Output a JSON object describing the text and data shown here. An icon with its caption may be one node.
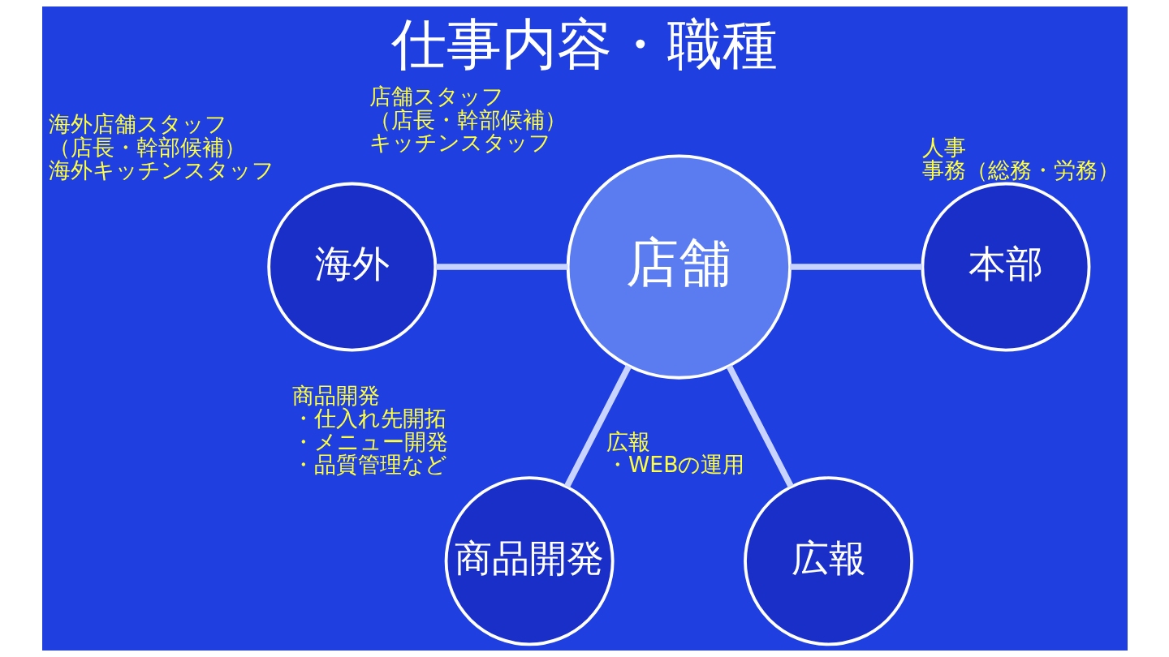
{
  "diagram": {
    "title": "仕事内容・職種",
    "nodes": [
      {
        "text": [
          "商品開発"
        ],
        "beside": [
          "商品開発",
          "・仕入れ先開拓",
          "・メニュー開発",
          "・品質管理など"
        ]
      },
      {
        "text": [
          "海外"
        ],
        "beside": [
          "海外店舗スタッフ",
          "（店長・幹部候補）",
          "海外キッチンスタッフ"
        ]
      },
      {
        "text": [
          "店舗"
        ],
        "beside": [
          "店舗スタッフ",
          "（店長・幹部候補）",
          "キッチンスタッフ"
        ]
      },
      {
        "text": [
          "本部"
        ],
        "beside": [
          "人事",
          "事務（総務・労務）"
        ]
      },
      {
        "text": [
          "広報"
        ],
        "beside": [
          "広報",
          "・WEBの運用"
        ]
      }
    ],
    "edges": [
      {
        "from": 2,
        "to": 0,
        "arrow": "none"
      },
      {
        "from": 1,
        "to": 2,
        "arrow": "none"
      },
      {
        "from": 2,
        "to": 3,
        "arrow": "none"
      },
      {
        "from": 2,
        "to": 4,
        "arrow": "none"
      }
    ]
  }
}
